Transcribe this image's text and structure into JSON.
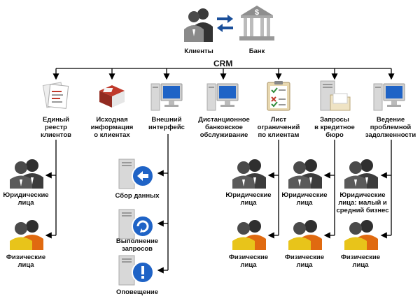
{
  "top": {
    "clients_label": "Клиенты",
    "bank_label": "Банк",
    "crm_label": "CRM"
  },
  "modules": [
    {
      "label": "Единый\nреестр\nклиентов",
      "icon": "documents-icon"
    },
    {
      "label": "Исходная\nинформация\nо клиентах",
      "icon": "brochure-icon"
    },
    {
      "label": "Внешний\nинтерфейс",
      "icon": "computer-icon"
    },
    {
      "label": "Дистанционное\nбанковское\nобслуживание",
      "icon": "computer-icon"
    },
    {
      "label": "Лист\nограничений\nпо клиентам",
      "icon": "checklist-icon"
    },
    {
      "label": "Запросы\nв кредитное\nбюро",
      "icon": "server-folder-icon"
    },
    {
      "label": "Ведение\nпроблемной\nзадолженности",
      "icon": "computer-icon"
    }
  ],
  "registry_children": [
    {
      "label": "Юридические\nлица",
      "icon": "business-people-icon"
    },
    {
      "label": "Физические\nлица",
      "icon": "private-people-icon"
    }
  ],
  "interface_children": [
    {
      "label": "Сбор данных",
      "icon": "server-arrow-icon"
    },
    {
      "label": "Выполнение\nзапросов",
      "icon": "server-refresh-icon"
    },
    {
      "label": "Оповещение",
      "icon": "server-alert-icon"
    }
  ],
  "restrictions_children": [
    {
      "label": "Юридические\nлица",
      "icon": "business-people-icon"
    },
    {
      "label": "Физические\nлица",
      "icon": "private-people-icon"
    }
  ],
  "bureau_children": [
    {
      "label": "Юридические\nлица",
      "icon": "business-people-icon"
    },
    {
      "label": "Физические\nлица",
      "icon": "private-people-icon"
    }
  ],
  "debt_children": [
    {
      "label": "Юридические\nлица: малый и\nсредний бизнес",
      "icon": "business-people-icon"
    },
    {
      "label": "Физические\nлица",
      "icon": "private-people-icon"
    }
  ]
}
